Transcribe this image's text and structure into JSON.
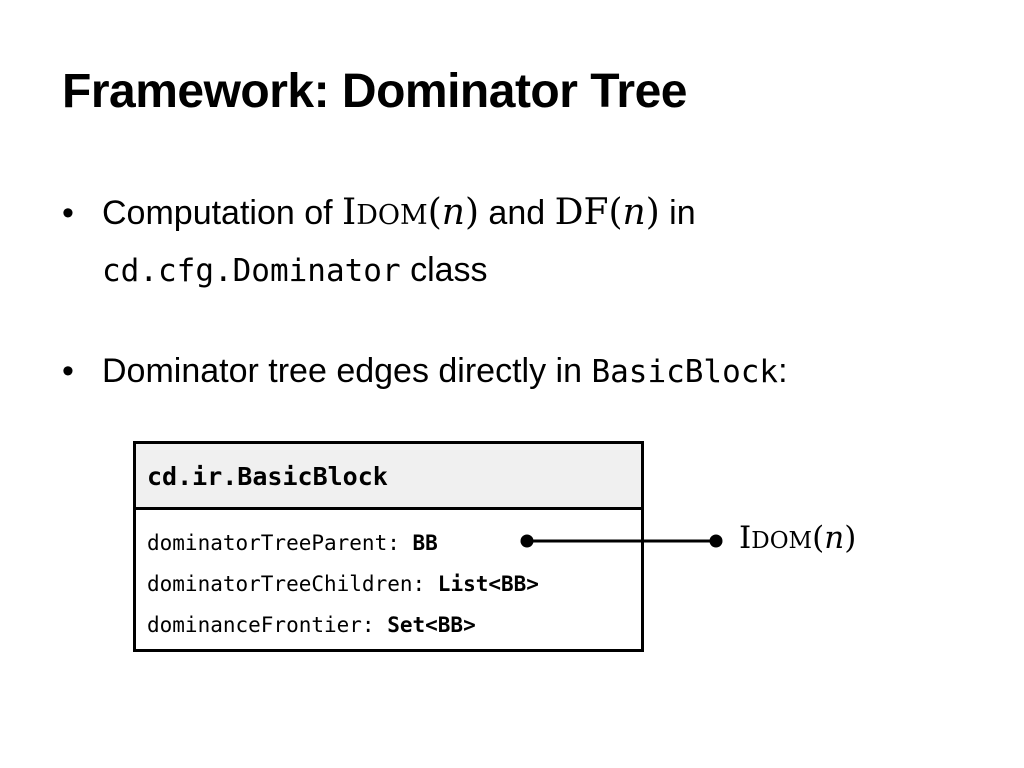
{
  "title": "Framework: Dominator Tree",
  "bullets": [
    {
      "marker": "•",
      "pre": "Computation of ",
      "idom_I": "I",
      "idom_rest": "DOM",
      "idom_arg": "(n)",
      "and": " and ",
      "df": "DF",
      "df_arg": "(n)",
      "in": " in",
      "code": "cd.cfg.Dominator",
      "post": " class"
    },
    {
      "marker": "•",
      "pre": "Dominator tree edges directly in ",
      "code": "BasicBlock",
      "post": ":"
    }
  ],
  "class_box": {
    "name": "cd.ir.BasicBlock",
    "fields": [
      {
        "name": "dominatorTreeParent: ",
        "type": "BB"
      },
      {
        "name": "dominatorTreeChildren: ",
        "type": "List<BB>"
      },
      {
        "name": "dominanceFrontier: ",
        "type": "Set<BB>"
      }
    ]
  },
  "pointer_label": {
    "I": "I",
    "rest": "DOM",
    "arg": "(n)"
  }
}
